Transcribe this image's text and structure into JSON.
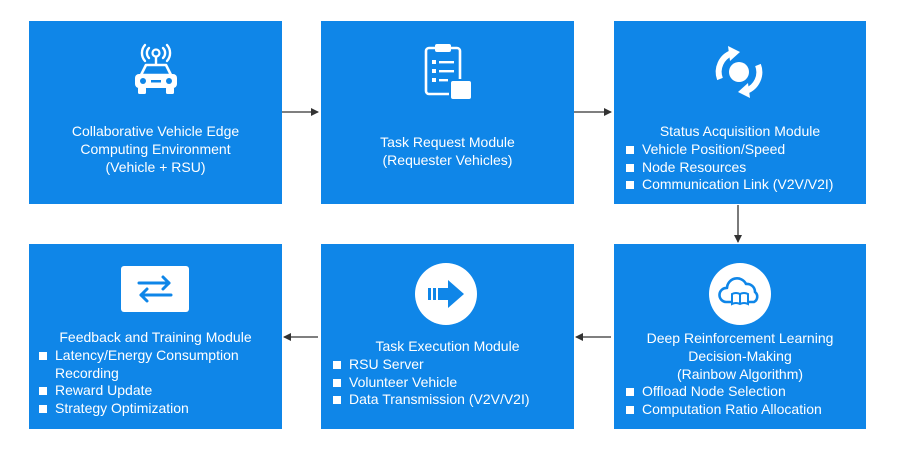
{
  "boxes": [
    {
      "id": "environment",
      "icon": "car-antenna-icon",
      "title": "Collaborative Vehicle Edge\nComputing Environment\n(Vehicle + RSU)",
      "bullets": []
    },
    {
      "id": "task-request",
      "icon": "clipboard-list-icon",
      "title": "Task Request Module\n(Requester Vehicles)",
      "bullets": []
    },
    {
      "id": "status-acquisition",
      "icon": "sync-cycle-icon",
      "title": "Status Acquisition Module",
      "bullets": [
        "Vehicle Position/Speed",
        "Node Resources",
        "Communication Link (V2V/V2I)"
      ]
    },
    {
      "id": "drl-decision",
      "icon": "cloud-book-icon",
      "title": "Deep Reinforcement Learning\nDecision-Making\n(Rainbow Algorithm)",
      "bullets": [
        "Offload Node Selection",
        "Computation Ratio Allocation"
      ]
    },
    {
      "id": "task-execution",
      "icon": "arrow-right-circle-icon",
      "title": "Task Execution Module",
      "bullets": [
        "RSU Server",
        "Volunteer Vehicle",
        "Data Transmission (V2V/V2I)"
      ]
    },
    {
      "id": "feedback-training",
      "icon": "swap-arrows-icon",
      "title": "Feedback and Training Module",
      "bullets": [
        "Latency/Energy Consumption Recording",
        "Reward Update",
        "Strategy Optimization"
      ]
    }
  ],
  "colors": {
    "box": "#0f86e8",
    "text": "#ffffff",
    "arrow": "#333333"
  }
}
